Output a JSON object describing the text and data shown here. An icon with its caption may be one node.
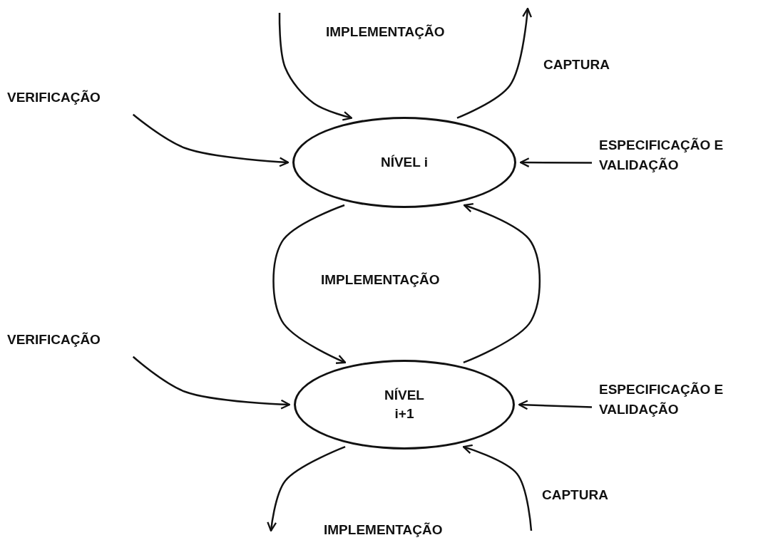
{
  "diagram": {
    "nodes": [
      {
        "text": [
          "VERIFICAÇÃO"
        ]
      },
      {
        "text": [
          "ESPECIFICAÇÃO E VALIDAÇÃO"
        ]
      },
      {
        "text": [
          "NÍVEL i"
        ]
      },
      {
        "text": [
          "VERIFICAÇÃO"
        ]
      },
      {
        "text": [
          "ESPECIFICAÇÃO E VALIDAÇÃO"
        ]
      },
      {
        "text": [
          "NÍVEL i+1"
        ]
      }
    ],
    "edges": [
      {
        "from": null,
        "to": 2,
        "arrow": "to",
        "label": "IMPLEMENTAÇÃO"
      },
      {
        "from": 2,
        "to": null,
        "arrow": "to",
        "label": "CAPTURA"
      },
      {
        "from": 0,
        "to": 2,
        "arrow": "to"
      },
      {
        "from": 1,
        "to": 2,
        "arrow": "to"
      },
      {
        "from": 2,
        "to": 5,
        "arrow": "to",
        "label": "IMPLEMENTAÇÃO"
      },
      {
        "from": 5,
        "to": 2,
        "arrow": "to"
      },
      {
        "from": 3,
        "to": 5,
        "arrow": "to"
      },
      {
        "from": 4,
        "to": 5,
        "arrow": "to"
      },
      {
        "from": 5,
        "to": null,
        "arrow": "to",
        "label": "IMPLEMENTAÇÃO"
      },
      {
        "from": null,
        "to": 5,
        "arrow": "to",
        "label": "CAPTURA"
      }
    ]
  }
}
